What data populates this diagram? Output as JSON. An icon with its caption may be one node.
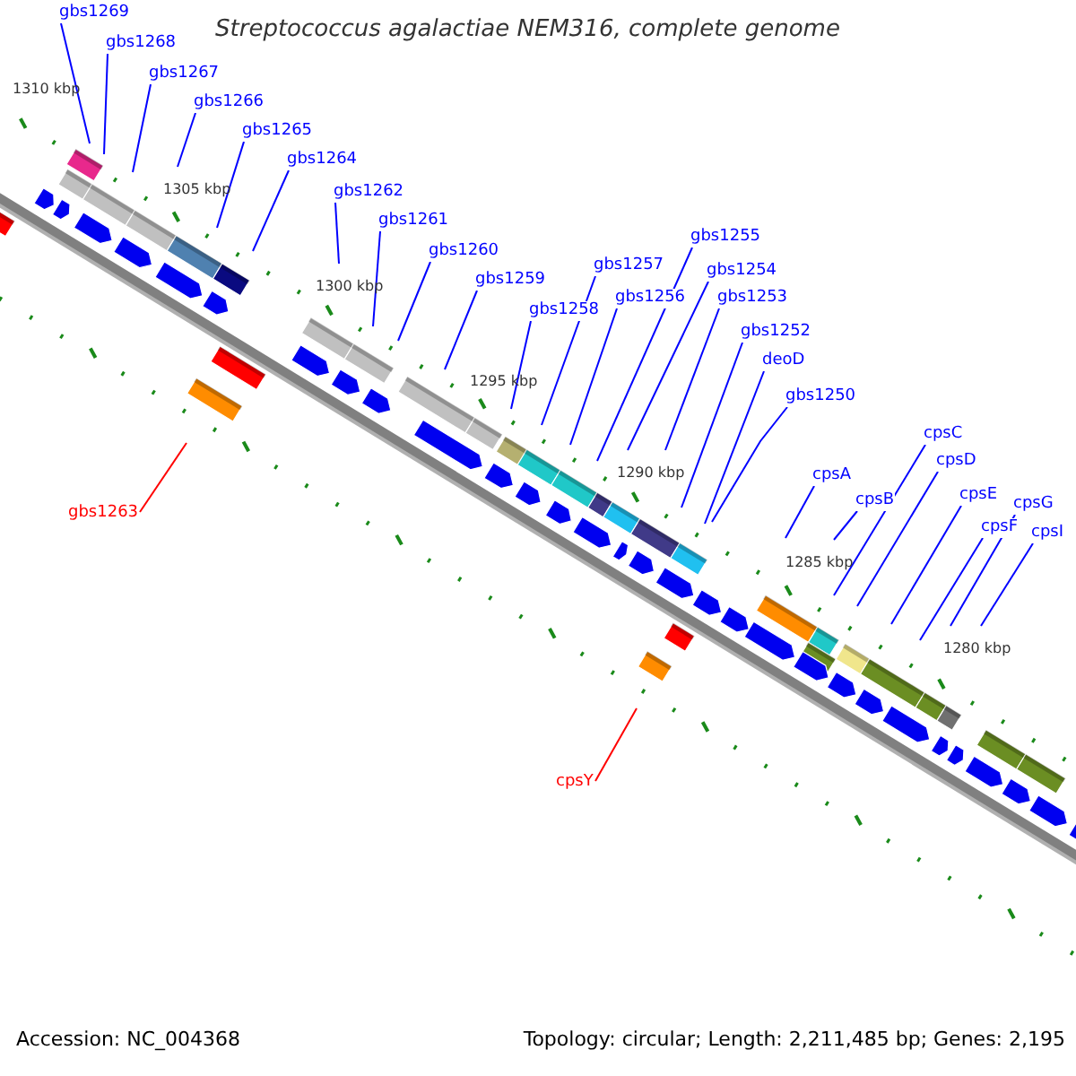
{
  "diagram": {
    "title": "Streptococcus agalactiae NEM316, complete genome",
    "nodes": [
      {
        "text": [
          "gbs1269"
        ]
      },
      {
        "text": [
          "gbs1268"
        ]
      },
      {
        "text": [
          "gbs1267"
        ]
      },
      {
        "text": [
          "gbs1266"
        ]
      },
      {
        "text": [
          "gbs1265"
        ]
      },
      {
        "text": [
          "gbs1264"
        ]
      },
      {
        "text": [
          "gbs1262"
        ]
      },
      {
        "text": [
          "gbs1261"
        ]
      },
      {
        "text": [
          "gbs1260"
        ]
      },
      {
        "text": [
          "gbs1259"
        ]
      },
      {
        "text": [
          "gbs1258"
        ]
      },
      {
        "text": [
          "gbs1257"
        ]
      },
      {
        "text": [
          "gbs1256"
        ]
      },
      {
        "text": [
          "gbs1255"
        ]
      },
      {
        "text": [
          "gbs1254"
        ]
      },
      {
        "text": [
          "gbs1253"
        ]
      },
      {
        "text": [
          "gbs1252"
        ]
      },
      {
        "text": [
          "deoD"
        ]
      },
      {
        "text": [
          "gbs1250"
        ]
      },
      {
        "text": [
          "cpsA"
        ]
      },
      {
        "text": [
          "cpsB"
        ]
      },
      {
        "text": [
          "cpsC"
        ]
      },
      {
        "text": [
          "cpsD"
        ]
      },
      {
        "text": [
          "cpsE"
        ]
      },
      {
        "text": [
          "cpsF"
        ]
      },
      {
        "text": [
          "cpsG"
        ]
      },
      {
        "text": [
          "cpsI"
        ]
      },
      {
        "text": [
          "gbs1263"
        ]
      },
      {
        "text": [
          "cpsY"
        ]
      }
    ],
    "edges": [
      {
        "from": 0,
        "to": null,
        "arrow": "none"
      },
      {
        "from": 1,
        "to": null,
        "arrow": "none"
      },
      {
        "from": 2,
        "to": null,
        "arrow": "none"
      },
      {
        "from": 3,
        "to": null,
        "arrow": "none"
      },
      {
        "from": 4,
        "to": null,
        "arrow": "none"
      },
      {
        "from": 5,
        "to": null,
        "arrow": "none"
      },
      {
        "from": 6,
        "to": null,
        "arrow": "none"
      },
      {
        "from": 7,
        "to": null,
        "arrow": "none"
      },
      {
        "from": 8,
        "to": null,
        "arrow": "none"
      },
      {
        "from": 9,
        "to": null,
        "arrow": "none"
      },
      {
        "from": 10,
        "to": null,
        "arrow": "none"
      },
      {
        "from": 11,
        "to": null,
        "arrow": "none"
      },
      {
        "from": 12,
        "to": null,
        "arrow": "none"
      },
      {
        "from": 13,
        "to": null,
        "arrow": "none"
      },
      {
        "from": 14,
        "to": null,
        "arrow": "none"
      },
      {
        "from": 15,
        "to": null,
        "arrow": "none"
      },
      {
        "from": 16,
        "to": null,
        "arrow": "none"
      },
      {
        "from": 17,
        "to": null,
        "arrow": "none"
      },
      {
        "from": 18,
        "to": null,
        "arrow": "none"
      },
      {
        "from": 19,
        "to": null,
        "arrow": "none"
      },
      {
        "from": 20,
        "to": null,
        "arrow": "none"
      },
      {
        "from": 21,
        "to": null,
        "arrow": "none"
      },
      {
        "from": 22,
        "to": null,
        "arrow": "none"
      },
      {
        "from": 23,
        "to": null,
        "arrow": "none"
      },
      {
        "from": 24,
        "to": null,
        "arrow": "none"
      },
      {
        "from": 25,
        "to": null,
        "arrow": "none"
      },
      {
        "from": 26,
        "to": null,
        "arrow": "none"
      },
      {
        "from": 27,
        "to": null,
        "arrow": "none",
        "color": "#ff0000"
      },
      {
        "from": 28,
        "to": null,
        "arrow": "none",
        "color": "#ff0000"
      }
    ],
    "labels": [
      "1310 kbp",
      "1305 kbp",
      "1300 kbp",
      "1295 kbp",
      "1290 kbp",
      "1285 kbp",
      "1280 kbp",
      "Accession: NC_004368",
      "Topology: circular; Length: 2,211,485 bp; Genes: 2,195"
    ]
  }
}
